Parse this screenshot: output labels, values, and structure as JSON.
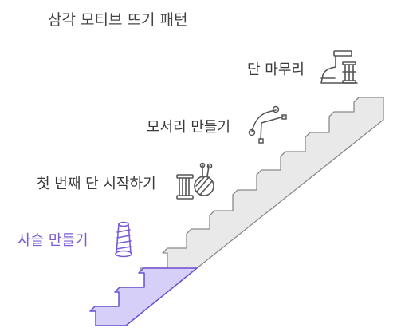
{
  "title": "삼각 모티브 뜨기 패턴",
  "steps": [
    {
      "label": "사슬 만들기",
      "icon": "yarn-cone-icon",
      "active": true
    },
    {
      "label": "첫 번째 단 시작하기",
      "icon": "yarn-ball-spool-icon",
      "active": false
    },
    {
      "label": "모서리 만들기",
      "icon": "bezier-curve-icon",
      "active": false
    },
    {
      "label": "단 마무리",
      "icon": "sewing-machine-icon",
      "active": false
    }
  ],
  "colors": {
    "highlight_fill": "#d6cff8",
    "highlight_stroke": "#6a4fd0",
    "stair_fill": "#e9e9e9",
    "stair_stroke": "#8a8a8a",
    "icon_stroke": "#555555",
    "icon_active": "#7b5cd6"
  }
}
